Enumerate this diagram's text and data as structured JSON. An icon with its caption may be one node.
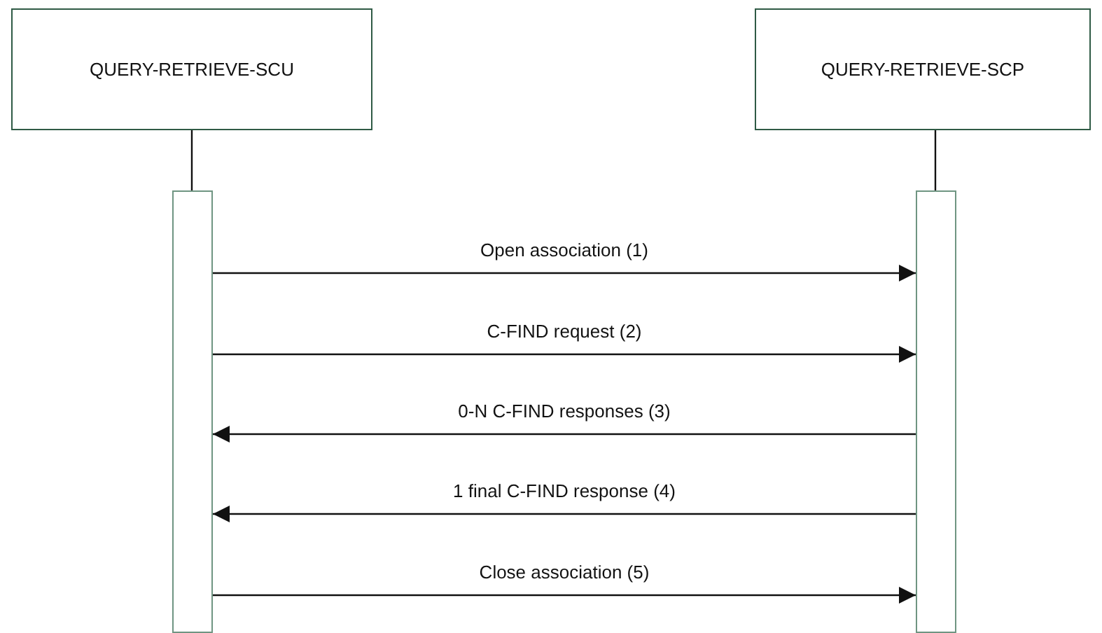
{
  "diagram": {
    "nodes": [
      {
        "text": [
          "QUERY-RETRIEVE-SCU"
        ]
      },
      {
        "text": [
          "QUERY-RETRIEVE-SCP"
        ]
      },
      {
        "text": [],
        "shape": "bar"
      },
      {
        "text": [],
        "shape": "bar"
      }
    ],
    "edges": [
      {
        "from": 0,
        "to": 2,
        "arrow": "none"
      },
      {
        "from": 1,
        "to": 3,
        "arrow": "none"
      },
      {
        "from": 2,
        "to": 3,
        "arrow": "to",
        "label": "Open association (1)"
      },
      {
        "from": 2,
        "to": 3,
        "arrow": "to",
        "label": "C-FIND request (2)"
      },
      {
        "from": 3,
        "to": 2,
        "arrow": "to",
        "label": "0-N C-FIND responses (3)"
      },
      {
        "from": 3,
        "to": 2,
        "arrow": "to",
        "label": "1 final C-FIND response (4)"
      },
      {
        "from": 2,
        "to": 3,
        "arrow": "to",
        "label": "Close association (5)"
      }
    ]
  }
}
